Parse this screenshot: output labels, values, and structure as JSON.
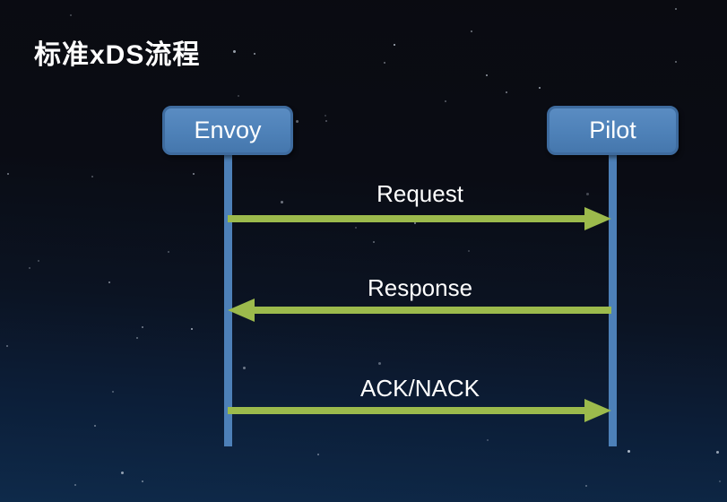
{
  "slide": {
    "title": "标准xDS流程"
  },
  "diagram": {
    "type": "sequence",
    "actors": [
      {
        "name": "Envoy"
      },
      {
        "name": "Pilot"
      }
    ],
    "messages": [
      {
        "label": "Request",
        "from": "Envoy",
        "to": "Pilot",
        "direction": "right"
      },
      {
        "label": "Response",
        "from": "Pilot",
        "to": "Envoy",
        "direction": "left"
      },
      {
        "label": "ACK/NACK",
        "from": "Envoy",
        "to": "Pilot",
        "direction": "right"
      }
    ],
    "colors": {
      "background_top": "#0a0b11",
      "background_bottom": "#0e2a4a",
      "actor_fill": "#4e81b8",
      "actor_border": "#3e6b9e",
      "lifeline": "#4d80b8",
      "arrow": "#9cba4c",
      "text": "#ffffff"
    }
  }
}
